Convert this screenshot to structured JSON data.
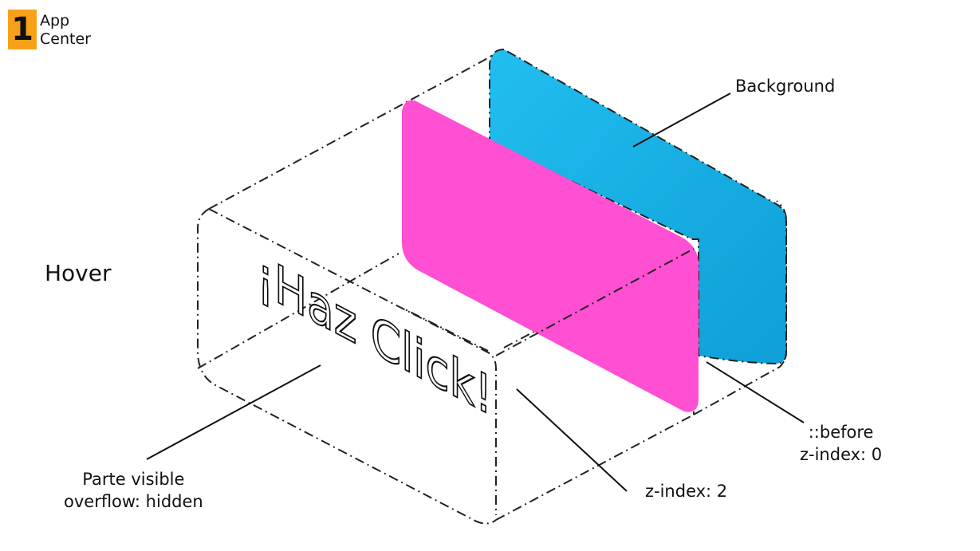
{
  "logo": {
    "number": "1",
    "line1": "App",
    "line2": "Center"
  },
  "labels": {
    "hover": "Hover",
    "background": "Background",
    "before_line1": "::before",
    "before_line2": "z-index: 0",
    "zindex2": "z-index: 2",
    "visible_line1": "Parte visible",
    "visible_line2": "overflow: hidden"
  },
  "button_text": "¡Haz Click!",
  "colors": {
    "background_layer": "#18b4e8",
    "before_layer": "#ff4fd2",
    "logo": "#f7a11a"
  }
}
